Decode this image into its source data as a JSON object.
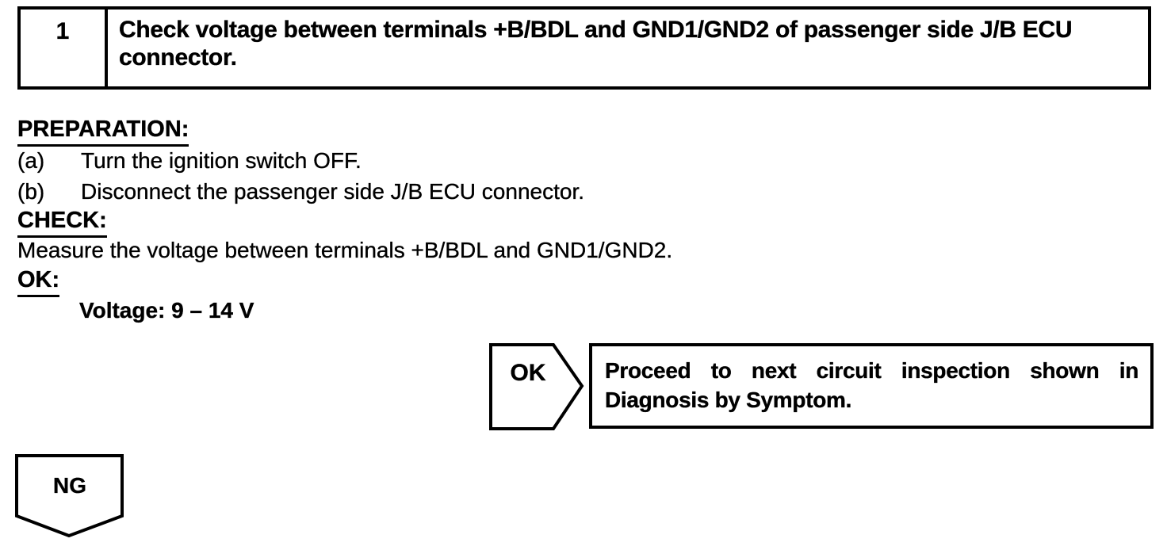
{
  "step_header": {
    "number": "1",
    "title": "Check voltage between terminals +B/BDL and GND1/GND2 of passenger side J/B ECU connector."
  },
  "sections": {
    "preparation": {
      "heading": "PREPARATION:",
      "items": [
        {
          "label": "(a)",
          "text": "Turn the ignition switch OFF."
        },
        {
          "label": "(b)",
          "text": "Disconnect the passenger side J/B ECU connector."
        }
      ]
    },
    "check": {
      "heading": "CHECK:",
      "text": "Measure the voltage between terminals +B/BDL and GND1/GND2."
    },
    "ok_spec": {
      "heading": "OK:",
      "value": "Voltage: 9 – 14 V"
    }
  },
  "flow": {
    "ok_branch": {
      "label": "OK",
      "action": "Proceed to next circuit inspection shown in Diagnosis by Symptom."
    },
    "ng_branch": {
      "label": "NG"
    }
  },
  "colors": {
    "ink": "#000000",
    "paper": "#ffffff"
  }
}
